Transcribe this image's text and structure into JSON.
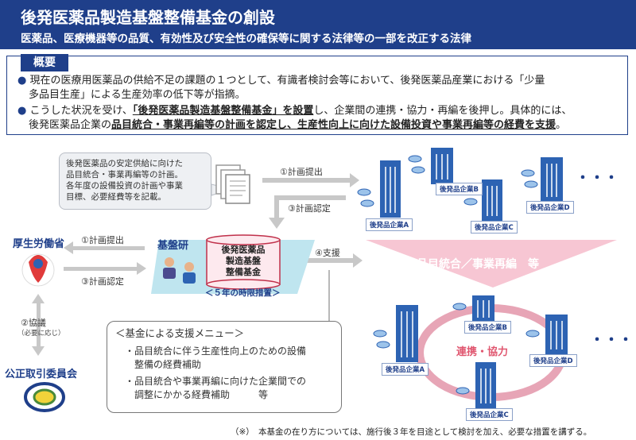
{
  "header": {
    "title": "後発医薬品製造基盤整備基金の創設",
    "subtitle": "医薬品、医療機器等の品質、有効性及び安全性の確保等に関する法律等の一部を改正する法律"
  },
  "summary": {
    "label": "概要",
    "bullet1_a": "現在の医療用医薬品の供給不足の課題の１つとして、有識者検討会等において、後発医薬品産業における「少量",
    "bullet1_b": "多品目生産」による生産効率の低下等が指摘。",
    "bullet2_a1": "こうした状況を受け、",
    "bullet2_a2": "「後発医薬品製造基盤整備基金」を設置",
    "bullet2_a3": "し、企業間の連携・協力・再編を後押し。具体的には、",
    "bullet2_b1": "後発医薬品企業の",
    "bullet2_b2": "品目統合・事業再編等の計画を認定し、生産性向上に向けた設備投資や事業再編等の経費を支援",
    "bullet2_b3": "。"
  },
  "note_box": {
    "line1": "後発医薬品の安定供給に向けた",
    "line2": "品目統合・事業再編等の計画。",
    "line3": "各年度の設備投資の計画や事業",
    "line4": "目標、必要経費等を記載。"
  },
  "flows": {
    "plan_submit_top": "①計画提出",
    "plan_approve_top": "③計画認定",
    "plan_submit_left": "①計画提出",
    "plan_approve_left": "③計画認定",
    "support": "④支援",
    "consult": "②協議",
    "consult_note": "（必要に応じ）"
  },
  "actors": {
    "mhlw": "厚生労働省",
    "kibanken": "基盤研",
    "ftc": "公正取引委員会",
    "fund_l1": "後発医薬品",
    "fund_l2": "製造基盤",
    "fund_l3": "整備基金",
    "fund_term": "＜５年の時限措置＞"
  },
  "companies_top": [
    "後発品企業A",
    "後発品企業B",
    "後発品企業C",
    "後発品企業D"
  ],
  "companies_bottom": [
    "後発品企業A",
    "後発品企業B",
    "後発品企業C",
    "後発品企業D"
  ],
  "ellipsis": "・・・",
  "consolidation_label": "品目統合／事業再編　等",
  "cooperation_label": "連携・協力",
  "menu": {
    "title": "＜基金による支援メニュー＞",
    "item1_a": "・品目統合に伴う生産性向上のための設備",
    "item1_b": "整備の経費補助",
    "item2_a": "・品目統合や事業再編に向けた企業間での",
    "item2_b": "調整にかかる経費補助　　　等"
  },
  "footnote": "（※）　本基金の在り方については、施行後３年を目途として検討を加え、必要な措置を講ずる。",
  "colors": {
    "navy": "#1f3f8a",
    "building": "#2d63b3",
    "pink": "#e0566f"
  }
}
